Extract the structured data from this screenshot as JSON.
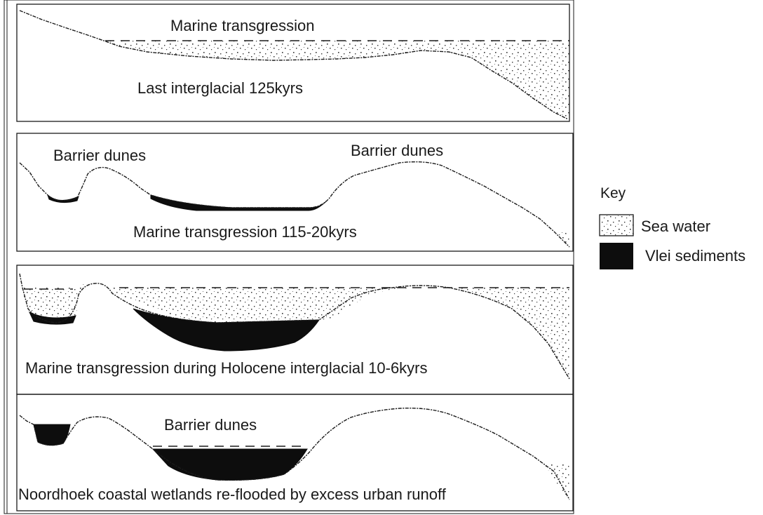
{
  "panels": [
    {
      "caption": "Last interglacial 125kyrs",
      "labels": [
        "Marine transgression"
      ]
    },
    {
      "caption": "Marine transgression 115-20kyrs",
      "labels": [
        "Barrier dunes",
        "Barrier dunes"
      ]
    },
    {
      "caption": "Marine transgression during Holocene interglacial 10-6kyrs",
      "labels": []
    },
    {
      "caption": "Noordhoek coastal wetlands re-flooded by excess urban runoff",
      "labels": [
        "Barrier dunes"
      ]
    }
  ],
  "key": {
    "title": "Key",
    "items": [
      {
        "label": "Sea water",
        "pattern": "stipple"
      },
      {
        "label": "Vlei sediments",
        "pattern": "solid-black"
      }
    ]
  },
  "colors": {
    "ink": "#1a1a1a",
    "sediment": "#0d0d0d",
    "background": "#ffffff"
  }
}
